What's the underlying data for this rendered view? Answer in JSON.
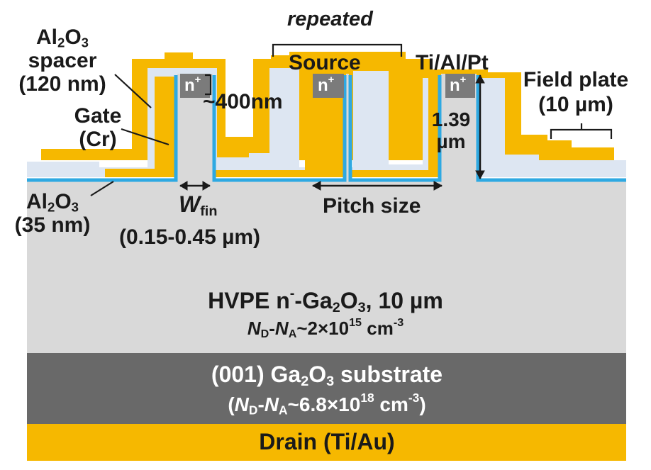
{
  "colors": {
    "gold": "#f6b800",
    "spacer": "#dde6f2",
    "oxide": "#2ea9e2",
    "drift": "#d9d9d9",
    "substrate": "#696969",
    "nplus": "#7b7b7b",
    "line": "#1a1a1a"
  },
  "labels": {
    "repeated": "repeated",
    "source": "Source",
    "contact_metal": "Ti/Al/Pt",
    "spacer_line1_pre": "Al",
    "spacer_line1_sub1": "2",
    "spacer_line1_mid": "O",
    "spacer_line1_sub2": "3",
    "spacer_line2": "spacer",
    "spacer_line3": "(120 nm)",
    "gate_line1": "Gate",
    "gate_line2": "(Cr)",
    "oxide_line1_pre": "Al",
    "oxide_line1_sub1": "2",
    "oxide_line1_mid": "O",
    "oxide_line1_sub2": "3",
    "oxide_line2": "(35 nm)",
    "nplus": "n",
    "nplus_sup": "+",
    "depth": "~400nm",
    "height_line1": "1.39",
    "height_line2": "µm",
    "field_plate_line1": "Field plate",
    "field_plate_line2": "(10 µm)",
    "wfin_w": "W",
    "wfin_sub": "fin",
    "wfin_range": "(0.15-0.45 µm)",
    "pitch": "Pitch size",
    "drift_pre": "HVPE n",
    "drift_sup": "-",
    "drift_mid": "-Ga",
    "drift_sub1": "2",
    "drift_o": "O",
    "drift_sub2": "3",
    "drift_post": ", 10 µm",
    "drift_dop_n": "N",
    "drift_dop_d": "D",
    "drift_dop_dash": "-",
    "drift_dop_n2": "N",
    "drift_dop_a": "A",
    "drift_dop_val": "~2×10",
    "drift_dop_exp": "15",
    "drift_dop_unit": " cm",
    "drift_dop_unit_exp": "-3",
    "sub_pre": "(001) Ga",
    "sub_sub1": "2",
    "sub_o": "O",
    "sub_sub2": "3",
    "sub_post": " substrate",
    "sub_dop_open": "(",
    "sub_dop_n": "N",
    "sub_dop_d": "D",
    "sub_dop_dash": "-",
    "sub_dop_n2": "N",
    "sub_dop_a": "A",
    "sub_dop_val": "~6.8×10",
    "sub_dop_exp": "18",
    "sub_dop_unit": " cm",
    "sub_dop_unit_exp": "-3",
    "sub_dop_close": ")",
    "drain": "Drain (Ti/Au)"
  }
}
